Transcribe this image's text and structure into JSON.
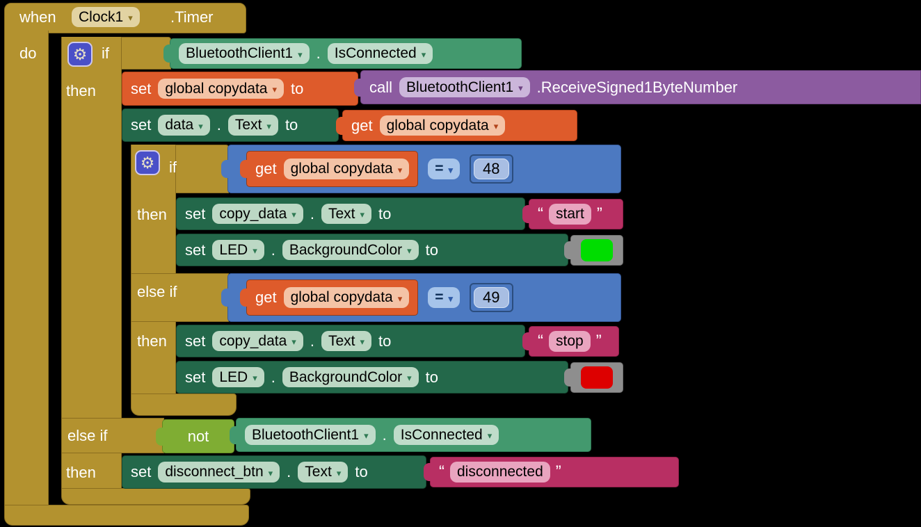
{
  "icons": {
    "gear": "⚙",
    "dropdown": "▾"
  },
  "keywords": {
    "when": "when",
    "do": "do",
    "if": "if",
    "then": "then",
    "else_if": "else if",
    "set": "set",
    "to": "to",
    "get": "get",
    "call": "call",
    "not": "not",
    "dot": ".",
    "quote_open": "“",
    "quote_close": "”"
  },
  "colors": {
    "event_gold": "#B3922F",
    "component_green": "#43996E",
    "setter_green": "#23684A",
    "variable_orange": "#DE5B2B",
    "procedure_purple": "#8C5BA0",
    "math_blue": "#4C79C1",
    "text_magenta": "#B82F63",
    "logic_green": "#7FAD33",
    "color_block_gray": "#8E8E8E",
    "swatch_green": "#00DD00",
    "swatch_red": "#DD0000",
    "mutator_indigo": "#4A50C8",
    "canvas": "#000000"
  },
  "when_event": {
    "component": "Clock1",
    "event": ".Timer"
  },
  "if1": {
    "condition": {
      "component": "BluetoothClient1",
      "property": "IsConnected"
    },
    "set_global": {
      "variable": "global copydata"
    },
    "call_method": {
      "component": "BluetoothClient1",
      "method": ".ReceiveSigned1ByteNumber"
    },
    "set_data": {
      "component": "data",
      "property": "Text"
    },
    "get_global": {
      "variable": "global copydata"
    }
  },
  "if2": {
    "cond1": {
      "variable": "global copydata",
      "operator": "=",
      "value": "48"
    },
    "set_copy1": {
      "component": "copy_data",
      "property": "Text"
    },
    "string1": "start",
    "led1": {
      "component": "LED",
      "property": "BackgroundColor"
    },
    "cond2": {
      "variable": "global copydata",
      "operator": "=",
      "value": "49"
    },
    "set_copy2": {
      "component": "copy_data",
      "property": "Text"
    },
    "string2": "stop",
    "led2": {
      "component": "LED",
      "property": "BackgroundColor"
    }
  },
  "else1": {
    "not_cond": {
      "component": "BluetoothClient1",
      "property": "IsConnected"
    },
    "set_button": {
      "component": "disconnect_btn",
      "property": "Text"
    },
    "string": "disconnected"
  }
}
